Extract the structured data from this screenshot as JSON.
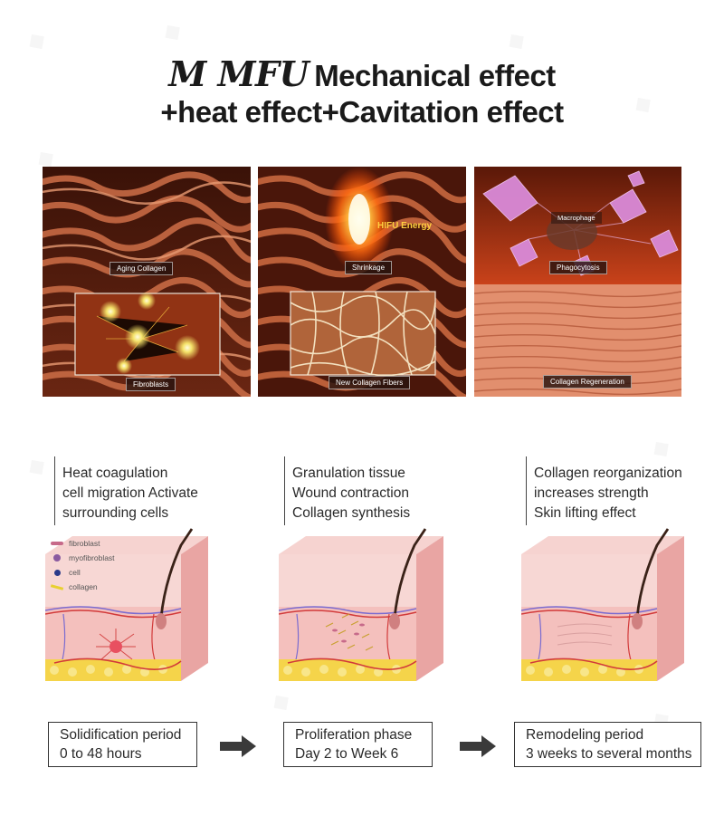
{
  "title": {
    "brand": "M MFU",
    "line1_rest": "Mechanical effect",
    "line2": "+heat effect+Cavitation effect"
  },
  "panels": [
    {
      "top_caption": "Aging Collagen",
      "bottom_caption": "Fibroblasts"
    },
    {
      "top_caption": "Shrinkage",
      "energy_label": "HIFU  Energy",
      "bottom_caption": "New Collagen Fibers"
    },
    {
      "top_label": "Macrophage",
      "top_caption": "Phagocytosis",
      "bottom_caption": "Collagen Regeneration"
    }
  ],
  "stages": [
    {
      "lines": [
        "Heat coagulation",
        "cell migration Activate",
        "surrounding cells"
      ],
      "phase_title": "Solidification period",
      "phase_time": "0 to 48 hours"
    },
    {
      "lines": [
        "Granulation tissue",
        "Wound contraction",
        "Collagen synthesis"
      ],
      "phase_title": "Proliferation phase",
      "phase_time": "Day 2 to Week 6"
    },
    {
      "lines": [
        "Collagen reorganization",
        "increases strength",
        "Skin lifting effect"
      ],
      "phase_title": "Remodeling period",
      "phase_time": "3 weeks to several months"
    }
  ],
  "legend": [
    {
      "label": "fibroblast",
      "icon": "fibroblast-icon"
    },
    {
      "label": "myofibroblast",
      "icon": "myofibroblast-icon"
    },
    {
      "label": "cell",
      "icon": "cell-icon"
    },
    {
      "label": "collagen",
      "icon": "collagen-icon"
    }
  ],
  "colors": {
    "collagen_dark": "#5a1e10",
    "collagen_light": "#d77b55",
    "skin_pink": "#f2b9b8",
    "fat_yellow": "#f5d44a",
    "text": "#2a2a2a"
  }
}
